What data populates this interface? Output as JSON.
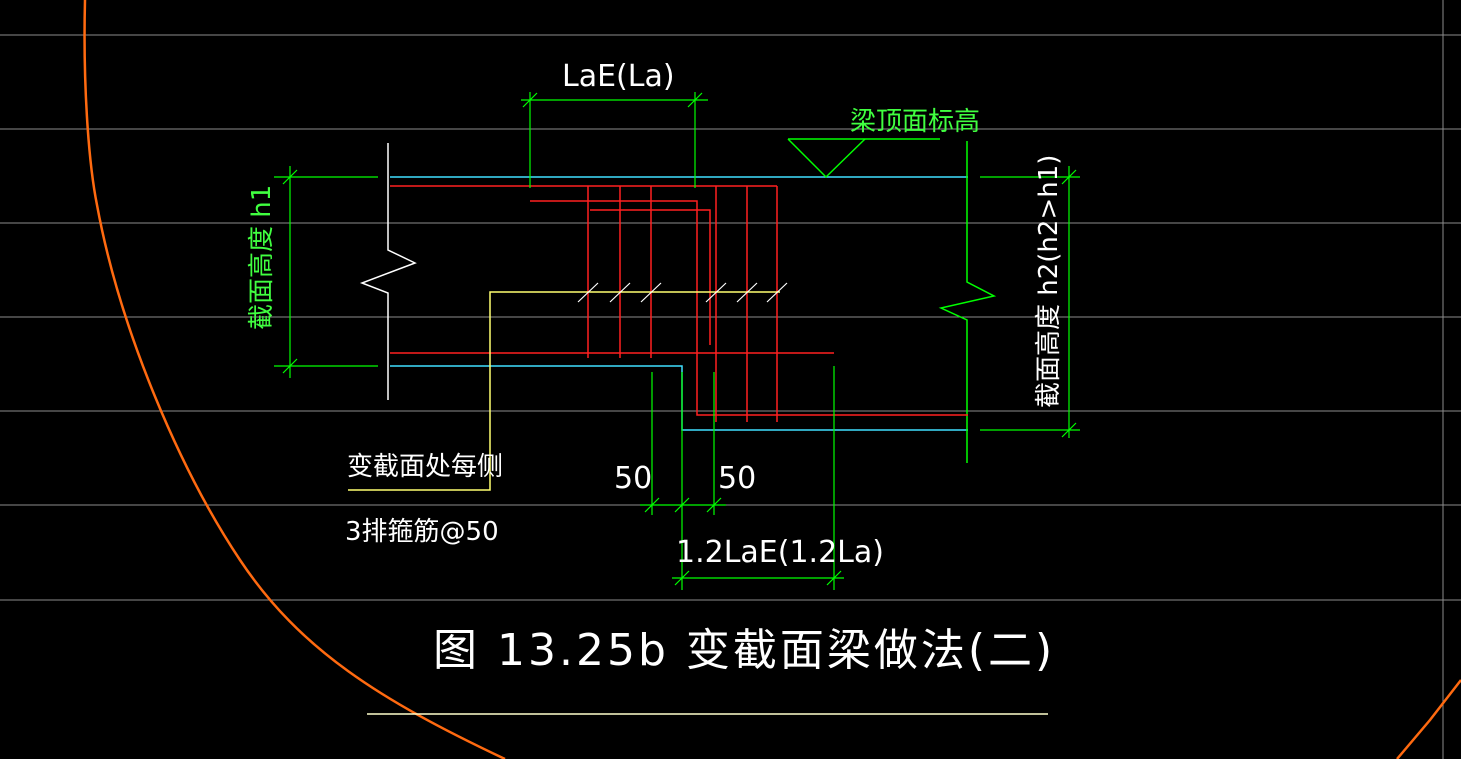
{
  "labels": {
    "lae_la": "LaE(La)",
    "beam_top_elevation": "梁顶面标高",
    "section_height_h1": "截面高度 h1",
    "section_height_h2": "截面高度 h2(h2>h1)",
    "dim_50_left": "50",
    "dim_50_right": "50",
    "variable_section_each_side": "变截面处每侧",
    "stirrups_spec": "3排箍筋@50",
    "lae_12": "1.2LaE(1.2La)",
    "caption": "图 13.25b 变截面梁做法(二)"
  },
  "colors": {
    "background": "#000000",
    "grid_lines": "#9a9a9a",
    "dimension": "#00ff00",
    "rebar": "#ff2020",
    "concrete_edge": "#40e0ff",
    "stirrup_leader": "#ffff60",
    "text_white": "#ffffff",
    "text_green": "#40ff40",
    "circle_arc": "#ff6a10"
  }
}
